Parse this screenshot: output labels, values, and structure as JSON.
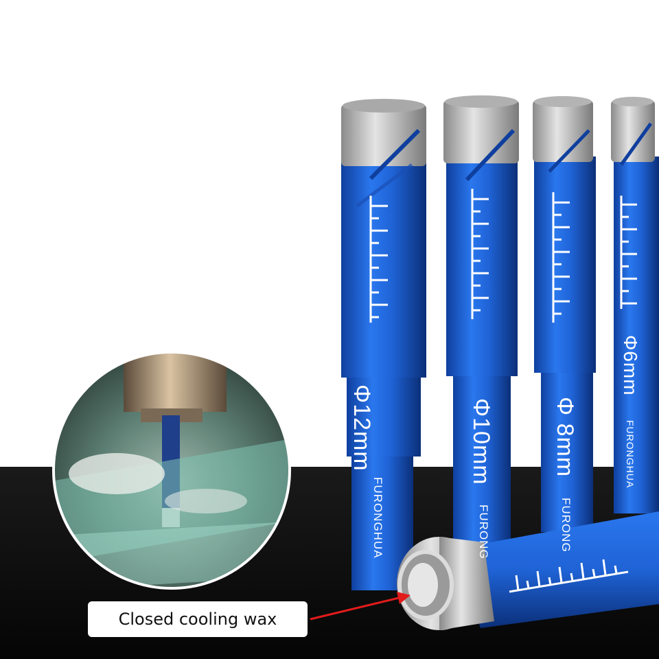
{
  "bits": [
    {
      "size_label": "Φ12mm",
      "brand_label": "FURONGHUA"
    },
    {
      "size_label": "Φ10mm",
      "brand_label": "FURONG"
    },
    {
      "size_label": "Φ 8mm",
      "brand_label": "FURONG"
    },
    {
      "size_label": "Φ6mm",
      "brand_label": "FURONGHUA"
    }
  ],
  "callout": {
    "text": "Closed cooling wax"
  },
  "colors": {
    "shank_blue": "#1f63d6",
    "pointer_red": "#e21b1b",
    "floor_black": "#0b0b0b"
  }
}
